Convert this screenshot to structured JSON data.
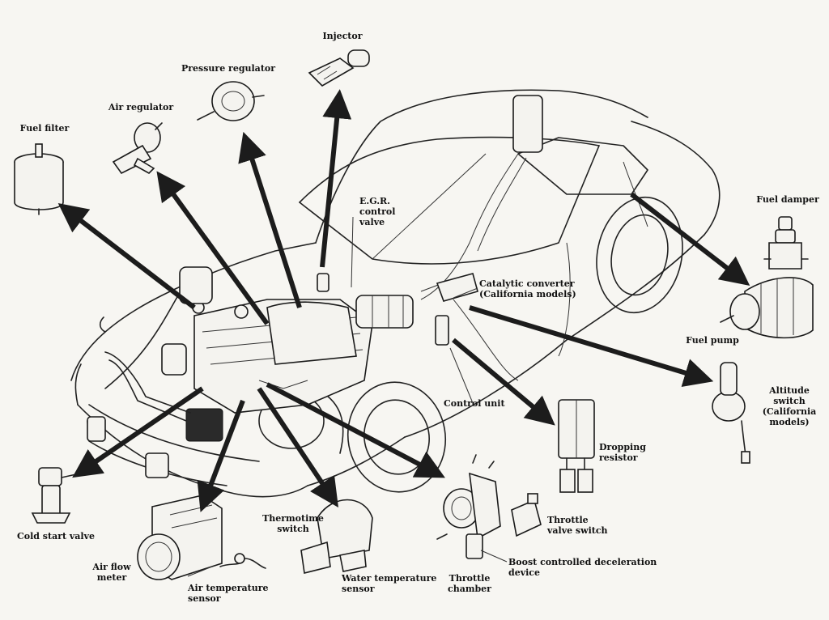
{
  "labels": {
    "injector": "Injector",
    "pressure_regulator": "Pressure regulator",
    "air_regulator": "Air regulator",
    "fuel_filter": "Fuel filter",
    "egr_valve": "E.G.R.\ncontrol\nvalve",
    "fuel_damper": "Fuel damper",
    "catalytic_converter": "Catalytic converter\n(California models)",
    "fuel_pump": "Fuel pump",
    "altitude_switch": "Altitude\nswitch\n(California\nmodels)",
    "control_unit": "Control unit",
    "dropping_resistor": "Dropping\nresistor",
    "throttle_valve_switch": "Throttle\nvalve switch",
    "boost_device": "Boost controlled deceleration device",
    "throttle_chamber": "Throttle\nchamber",
    "water_temp_sensor": "Water temperature\nsensor",
    "thermotime_switch": "Thermotime\nswitch",
    "air_temp_sensor": "Air temperature\nsensor",
    "air_flow_meter": "Air flow\nmeter",
    "cold_start_valve": "Cold start valve"
  }
}
